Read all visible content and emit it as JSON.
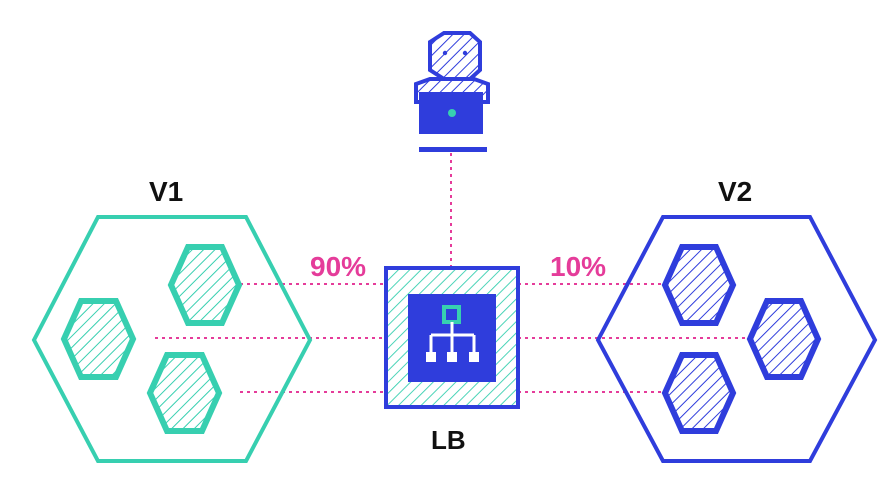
{
  "labels": {
    "v1": "V1",
    "v2": "V2",
    "lb": "LB",
    "left_percent": "90%",
    "right_percent": "10%"
  },
  "colors": {
    "teal": "#37cfb0",
    "blue": "#2f3ddc",
    "pink": "#e53c9a",
    "light_blue": "#dfe9ff",
    "black": "#111111"
  },
  "icons": {
    "user": "user-with-laptop-icon",
    "load_balancer": "load-balancer-icon",
    "v1_group": "v1-service-cluster-icon",
    "v2_group": "v2-service-cluster-icon"
  }
}
